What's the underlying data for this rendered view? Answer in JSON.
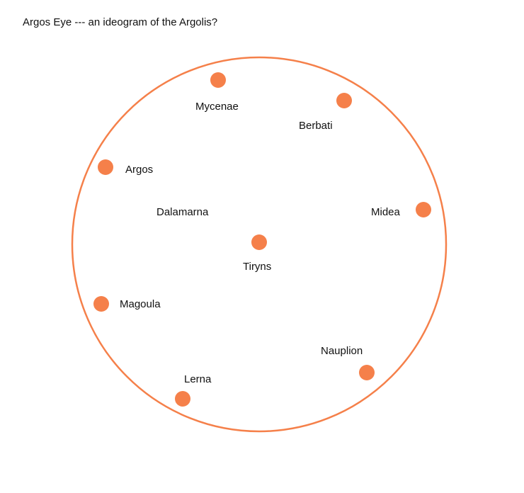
{
  "title": "Argos Eye --- an ideogram of the Argolis?",
  "colors": {
    "accent": "#f5804a",
    "text": "#111111",
    "background": "#ffffff"
  },
  "sites": [
    {
      "id": "mycenae",
      "label": "Mycenae"
    },
    {
      "id": "berbati",
      "label": "Berbati"
    },
    {
      "id": "argos",
      "label": "Argos"
    },
    {
      "id": "dalamarna",
      "label": "Dalamarna"
    },
    {
      "id": "midea",
      "label": "Midea"
    },
    {
      "id": "tiryns",
      "label": "Tiryns"
    },
    {
      "id": "magoula",
      "label": "Magoula"
    },
    {
      "id": "nauplion",
      "label": "Nauplion"
    },
    {
      "id": "lerna",
      "label": "Lerna"
    }
  ]
}
